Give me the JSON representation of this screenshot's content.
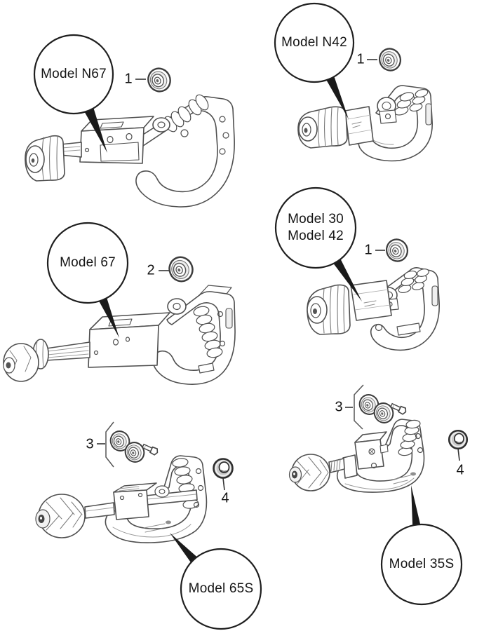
{
  "diagram": {
    "description_icon": "tube-cutter-parts-diagram",
    "colors": {
      "background": "#ffffff",
      "line_art": "#4f4f4f",
      "text": "#141414",
      "pointer": "#1a1a1a",
      "balloon_stroke": "#1f1f1f"
    },
    "groups": [
      {
        "id": "n67",
        "label_lines": [
          "Model N67"
        ],
        "callouts": [
          {
            "number": "1",
            "icon": "cutter-wheel-icon"
          }
        ]
      },
      {
        "id": "n42",
        "label_lines": [
          "Model N42"
        ],
        "callouts": [
          {
            "number": "1",
            "icon": "cutter-wheel-icon"
          }
        ]
      },
      {
        "id": "67",
        "label_lines": [
          "Model 67"
        ],
        "callouts": [
          {
            "number": "2",
            "icon": "cutter-wheel-icon"
          }
        ]
      },
      {
        "id": "30-42",
        "label_lines": [
          "Model 30",
          "Model 42"
        ],
        "callouts": [
          {
            "number": "1",
            "icon": "cutter-wheel-icon"
          }
        ]
      },
      {
        "id": "65s",
        "label_lines": [
          "Model 65S"
        ],
        "callouts": [
          {
            "number": "3",
            "icon": "cutter-wheel-pair-and-screw-icon"
          },
          {
            "number": "4",
            "icon": "spacer-ring-icon"
          }
        ]
      },
      {
        "id": "35s",
        "label_lines": [
          "Model 35S"
        ],
        "callouts": [
          {
            "number": "3",
            "icon": "cutter-wheel-pair-and-screw-icon"
          },
          {
            "number": "4",
            "icon": "spacer-ring-icon"
          }
        ]
      }
    ]
  }
}
